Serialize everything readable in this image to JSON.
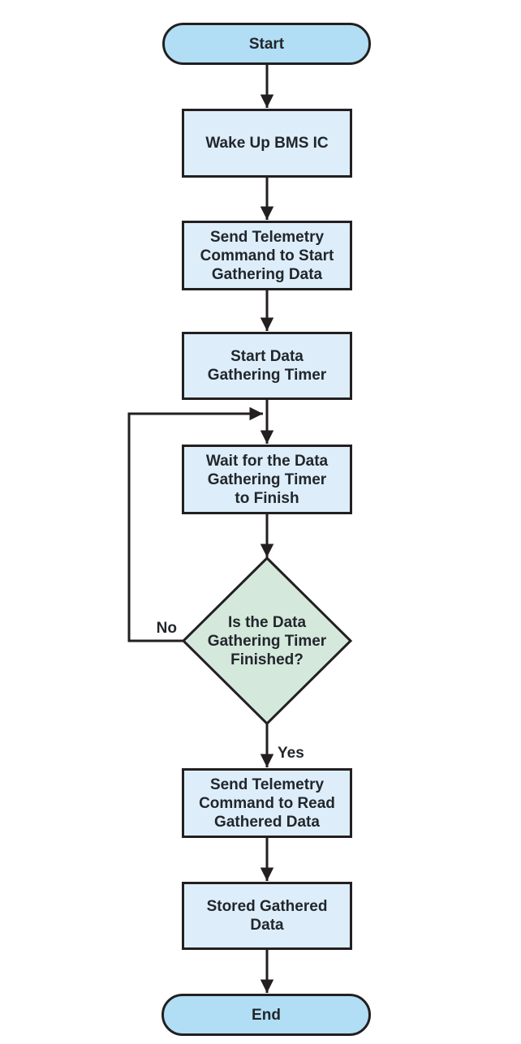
{
  "diagram": {
    "type": "flowchart",
    "nodes": [
      {
        "id": "start",
        "shape": "terminator",
        "label": "Start"
      },
      {
        "id": "wake",
        "shape": "process",
        "label": "Wake Up BMS IC"
      },
      {
        "id": "send-start",
        "shape": "process",
        "label": "Send Telemetry\nCommand to Start\nGathering Data"
      },
      {
        "id": "start-timer",
        "shape": "process",
        "label": "Start Data\nGathering Timer"
      },
      {
        "id": "wait",
        "shape": "process",
        "label": "Wait for the Data\nGathering Timer\nto Finish"
      },
      {
        "id": "decision",
        "shape": "decision",
        "label": "Is the Data\nGathering Timer\nFinished?"
      },
      {
        "id": "send-read",
        "shape": "process",
        "label": "Send Telemetry\nCommand to Read\nGathered Data"
      },
      {
        "id": "stored",
        "shape": "process",
        "label": "Stored Gathered\nData"
      },
      {
        "id": "end",
        "shape": "terminator",
        "label": "End"
      }
    ],
    "edge_labels": {
      "no": "No",
      "yes": "Yes"
    },
    "edges": [
      {
        "from": "start",
        "to": "wake"
      },
      {
        "from": "wake",
        "to": "send-start"
      },
      {
        "from": "send-start",
        "to": "start-timer"
      },
      {
        "from": "start-timer",
        "to": "wait"
      },
      {
        "from": "wait",
        "to": "decision"
      },
      {
        "from": "decision",
        "to": "wait",
        "label": "No"
      },
      {
        "from": "decision",
        "to": "send-read",
        "label": "Yes"
      },
      {
        "from": "send-read",
        "to": "stored"
      },
      {
        "from": "stored",
        "to": "end"
      }
    ],
    "colors": {
      "terminator_fill": "#b1def4",
      "process_fill": "#ddeefa",
      "decision_fill": "#d4e9dc",
      "stroke": "#231f20",
      "text": "#22262c"
    }
  }
}
